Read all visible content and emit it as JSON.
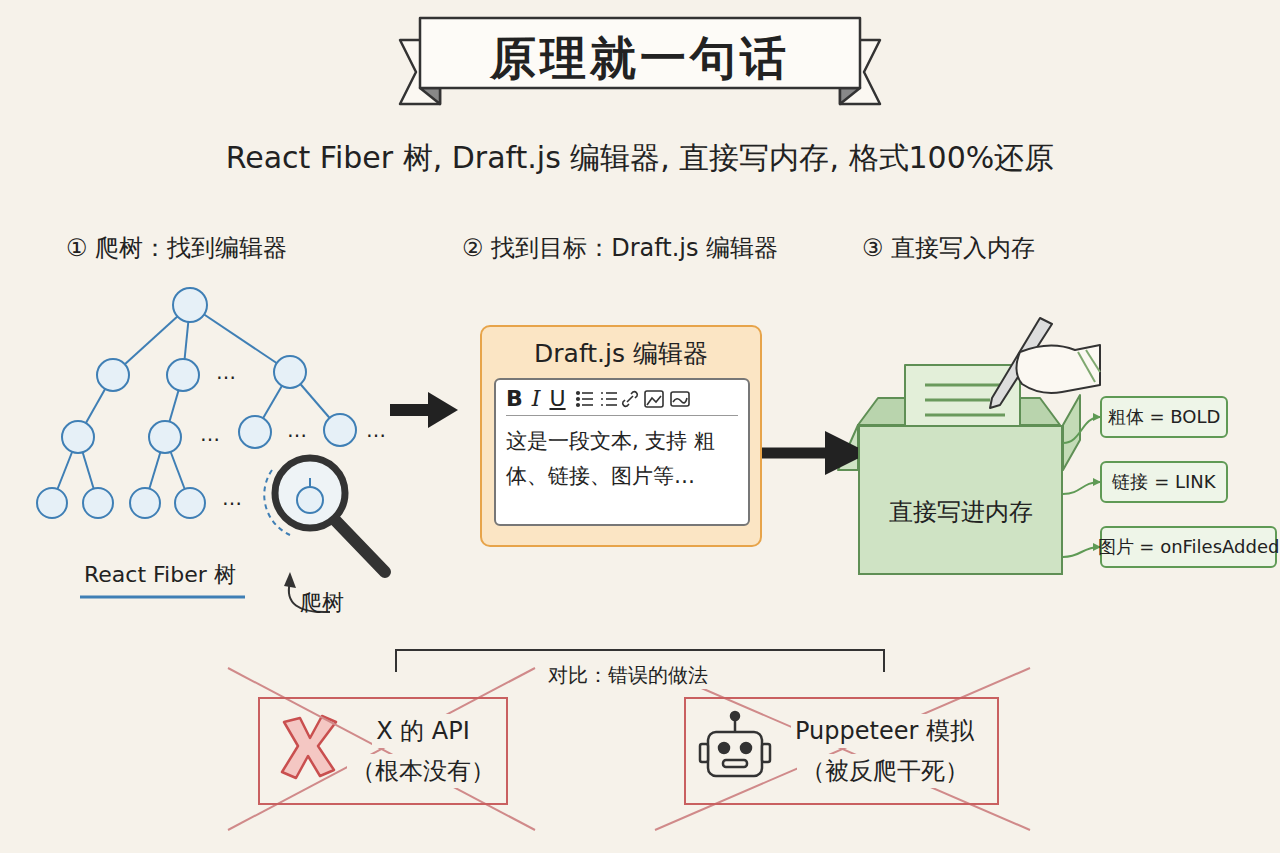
{
  "diagram": {
    "title": "原理就一句话",
    "nodes": [
      {
        "text": [
          "Draft.js 编辑器"
        ]
      },
      {
        "text": [
          "B",
          "I",
          "U",
          "这是一段文本, 支持 粗体、链接、图片等…"
        ],
        "in": 0
      },
      {
        "text": [
          "直接写进内存"
        ]
      },
      {
        "text": [
          "粗体 = BOLD"
        ]
      },
      {
        "text": [
          "链接 = LINK"
        ]
      },
      {
        "text": [
          "图片 = onFilesAdded"
        ]
      },
      {
        "text": [
          "X 的 API",
          "（根本没有）"
        ]
      },
      {
        "text": [
          "Puppeteer 模拟",
          "（被反爬干死）"
        ]
      }
    ],
    "edges": [
      {
        "from": 0,
        "to": 2,
        "arrow": "to"
      },
      {
        "from": 2,
        "to": 3,
        "arrow": "to"
      },
      {
        "from": 2,
        "to": 4,
        "arrow": "to"
      },
      {
        "from": 2,
        "to": 5,
        "arrow": "to"
      }
    ],
    "labels": [
      "React Fiber 树, Draft.js 编辑器, 直接写内存, 格式100%还原",
      "① 爬树：找到编辑器",
      "② 找到目标：Draft.js 编辑器",
      "③ 直接写入内存",
      "…",
      "…",
      "…",
      "…",
      "…",
      "React Fiber 树",
      "爬树",
      "对比：错误的做法"
    ]
  }
}
